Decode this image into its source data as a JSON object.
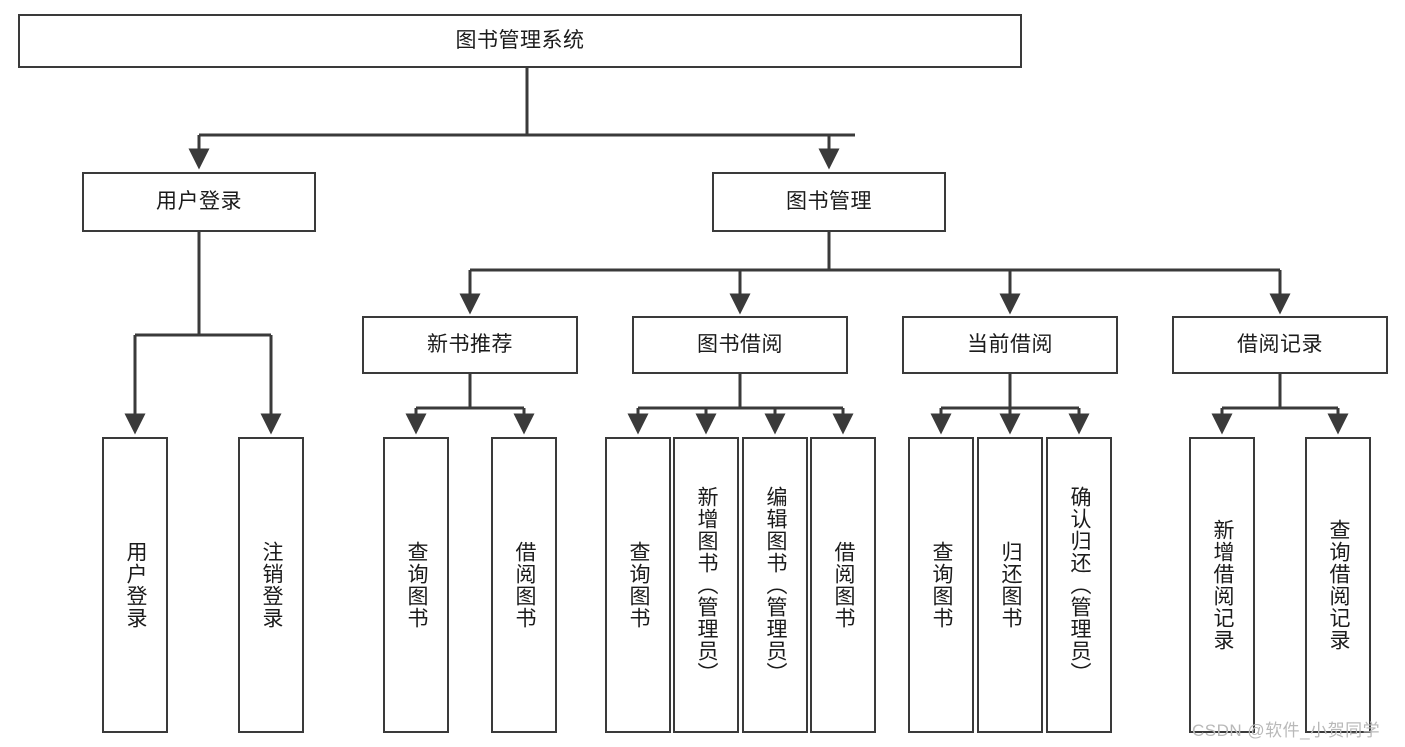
{
  "diagram": {
    "title": "图书管理系统",
    "type": "tree-hierarchy",
    "orientation": "top-down",
    "nodes": {
      "root": {
        "label": "图书管理系统",
        "level": 0
      },
      "l1": [
        {
          "id": "user-login",
          "label": "用户登录"
        },
        {
          "id": "book-manage",
          "label": "图书管理"
        }
      ],
      "l2": [
        {
          "id": "new-book-recommend",
          "label": "新书推荐"
        },
        {
          "id": "book-borrow",
          "label": "图书借阅"
        },
        {
          "id": "current-borrow",
          "label": "当前借阅"
        },
        {
          "id": "borrow-record",
          "label": "借阅记录"
        }
      ],
      "leaves": [
        {
          "id": "leaf-user-login",
          "label": "用户登录",
          "parent": "user-login"
        },
        {
          "id": "leaf-logout-login",
          "label": "注销登录",
          "parent": "user-login"
        },
        {
          "id": "leaf-query-book-1",
          "label": "查询图书",
          "parent": "new-book-recommend"
        },
        {
          "id": "leaf-borrow-book-1",
          "label": "借阅图书",
          "parent": "new-book-recommend"
        },
        {
          "id": "leaf-query-book-2",
          "label": "查询图书",
          "parent": "book-borrow"
        },
        {
          "id": "leaf-add-book",
          "label": "新增图书（管理员）",
          "parent": "book-borrow"
        },
        {
          "id": "leaf-edit-book",
          "label": "编辑图书（管理员）",
          "parent": "book-borrow"
        },
        {
          "id": "leaf-borrow-book-2",
          "label": "借阅图书",
          "parent": "book-borrow"
        },
        {
          "id": "leaf-query-book-3",
          "label": "查询图书",
          "parent": "current-borrow"
        },
        {
          "id": "leaf-return-book",
          "label": "归还图书",
          "parent": "current-borrow"
        },
        {
          "id": "leaf-confirm-return",
          "label": "确认归还（管理员）",
          "parent": "current-borrow"
        },
        {
          "id": "leaf-add-record",
          "label": "新增借阅记录",
          "parent": "borrow-record"
        },
        {
          "id": "leaf-query-record",
          "label": "查询借阅记录",
          "parent": "borrow-record"
        }
      ]
    },
    "colors": {
      "stroke": "#3a3a3a",
      "fill": "#ffffff",
      "text": "#1b1b1b",
      "watermark": "#b9b9b9"
    }
  },
  "watermark": {
    "text": "CSDN @软件_小贺同学"
  }
}
